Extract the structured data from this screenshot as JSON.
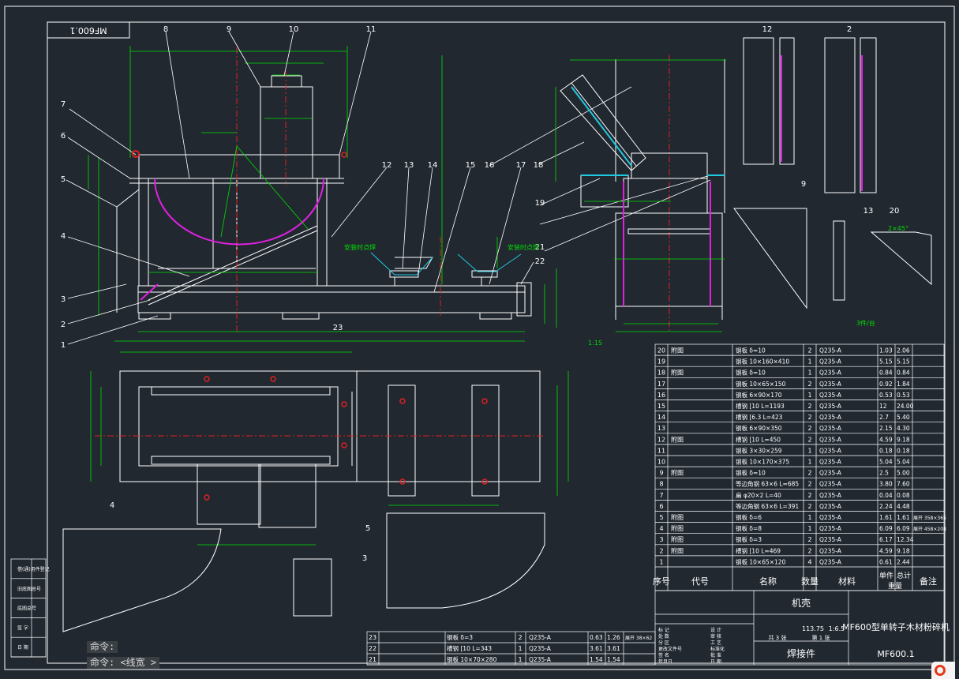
{
  "drawing": {
    "stamp": "MF600.1",
    "colors": {
      "bg": "#212830",
      "line": "#ffffff",
      "dim": "#00e000",
      "center": "#e02020",
      "magenta": "#e020e0",
      "cyan": "#20c8e0",
      "yellow": "#e0e020"
    },
    "balloons": [
      "1",
      "2",
      "3",
      "4",
      "5",
      "6",
      "7",
      "8",
      "9",
      "10",
      "11",
      "12",
      "13",
      "14",
      "15",
      "16",
      "17",
      "18",
      "19",
      "20",
      "21",
      "22",
      "23"
    ],
    "notes": {
      "slope": "1:15",
      "per": "3件/台",
      "note_a": "安装时点焊",
      "note_b": "安装时点焊",
      "corner": "2×45°"
    }
  },
  "bom": {
    "rows": [
      {
        "no": "20",
        "code": "附图",
        "name": "钢板 δ=10",
        "qty": "2",
        "mat": "Q235-A",
        "unit": "1.03",
        "total": "2.06",
        "note": ""
      },
      {
        "no": "19",
        "code": "",
        "name": "钢板 10×160×410",
        "qty": "1",
        "mat": "Q235-A",
        "unit": "5.15",
        "total": "5.15",
        "note": ""
      },
      {
        "no": "18",
        "code": "附图",
        "name": "钢板 δ=10",
        "qty": "1",
        "mat": "Q235-A",
        "unit": "0.84",
        "total": "0.84",
        "note": ""
      },
      {
        "no": "17",
        "code": "",
        "name": "钢板 10×65×150",
        "qty": "2",
        "mat": "Q235-A",
        "unit": "0.92",
        "total": "1.84",
        "note": ""
      },
      {
        "no": "16",
        "code": "",
        "name": "钢板 6×90×170",
        "qty": "1",
        "mat": "Q235-A",
        "unit": "0.53",
        "total": "0.53",
        "note": ""
      },
      {
        "no": "15",
        "code": "",
        "name": "槽钢 [10 L=1193",
        "qty": "2",
        "mat": "Q235-A",
        "unit": "12",
        "total": "24.00",
        "note": ""
      },
      {
        "no": "14",
        "code": "",
        "name": "槽钢 [6.3 L=423",
        "qty": "2",
        "mat": "Q235-A",
        "unit": "2.7",
        "total": "5.40",
        "note": ""
      },
      {
        "no": "13",
        "code": "",
        "name": "钢板 6×90×350",
        "qty": "2",
        "mat": "Q235-A",
        "unit": "2.15",
        "total": "4.30",
        "note": ""
      },
      {
        "no": "12",
        "code": "附图",
        "name": "槽钢 [10 L=450",
        "qty": "2",
        "mat": "Q235-A",
        "unit": "4.59",
        "total": "9.18",
        "note": ""
      },
      {
        "no": "11",
        "code": "",
        "name": "钢板 3×30×259",
        "qty": "1",
        "mat": "Q235-A",
        "unit": "0.18",
        "total": "0.18",
        "note": ""
      },
      {
        "no": "10",
        "code": "",
        "name": "钢板 10×170×375",
        "qty": "1",
        "mat": "Q235-A",
        "unit": "5.04",
        "total": "5.04",
        "note": ""
      },
      {
        "no": "9",
        "code": "附图",
        "name": "钢板 δ=10",
        "qty": "2",
        "mat": "Q235-A",
        "unit": "2.5",
        "total": "5.00",
        "note": ""
      },
      {
        "no": "8",
        "code": "",
        "name": "等边角钢 63×6 L=685",
        "qty": "2",
        "mat": "Q235-A",
        "unit": "3.80",
        "total": "7.60",
        "note": ""
      },
      {
        "no": "7",
        "code": "",
        "name": "扁 φ20×2 L=40",
        "qty": "2",
        "mat": "Q235-A",
        "unit": "0.04",
        "total": "0.08",
        "note": ""
      },
      {
        "no": "6",
        "code": "",
        "name": "等边角钢 63×6 L=391",
        "qty": "2",
        "mat": "Q235-A",
        "unit": "2.24",
        "total": "4.48",
        "note": ""
      },
      {
        "no": "5",
        "code": "附图",
        "name": "钢板 δ=6",
        "qty": "1",
        "mat": "Q235-A",
        "unit": "1.61",
        "total": "1.61",
        "note": "展开 358×365"
      },
      {
        "no": "4",
        "code": "附图",
        "name": "钢板 δ=8",
        "qty": "1",
        "mat": "Q235-A",
        "unit": "6.09",
        "total": "6.09",
        "note": "展开 458×208"
      },
      {
        "no": "3",
        "code": "附图",
        "name": "钢板 δ=3",
        "qty": "2",
        "mat": "Q235-A",
        "unit": "6.17",
        "total": "12.34",
        "note": ""
      },
      {
        "no": "2",
        "code": "附图",
        "name": "槽钢 [10 L=469",
        "qty": "2",
        "mat": "Q235-A",
        "unit": "4.59",
        "total": "9.18",
        "note": ""
      },
      {
        "no": "1",
        "code": "",
        "name": "钢板 10×65×120",
        "qty": "4",
        "mat": "Q235-A",
        "unit": "0.61",
        "total": "2.44",
        "note": ""
      }
    ],
    "header": {
      "no": "序号",
      "code": "代号",
      "name": "名称",
      "qty": "数量",
      "mat": "材料",
      "unit": "单件",
      "total": "总计",
      "weight": "重量",
      "note": "备注"
    }
  },
  "bom2": {
    "rows": [
      {
        "no": "23",
        "name": "钢板 δ=3",
        "qty": "2",
        "mat": "Q235-A",
        "unit": "0.63",
        "total": "1.26",
        "note": "展开 38×62"
      },
      {
        "no": "22",
        "name": "槽钢 [10 L=343",
        "qty": "1",
        "mat": "Q235-A",
        "unit": "3.61",
        "total": "3.61",
        "note": ""
      },
      {
        "no": "21",
        "name": "钢板 10×70×280",
        "qty": "1",
        "mat": "Q235-A",
        "unit": "1.54",
        "total": "1.54",
        "note": ""
      }
    ]
  },
  "title_block": {
    "part": "机壳",
    "drawing_title": "MF600型单转子木材粉碎机",
    "weld": "焊接件",
    "drawing_no": "MF600.1",
    "weight": "113.75",
    "scale": "1:6.5",
    "sheets": "共 3 张",
    "sheet": "第 1 张",
    "rows": [
      "标 记",
      "处 数",
      "分 区",
      "更改文件号",
      "签 名",
      "年月日",
      "设 计",
      "审 核",
      "工 艺",
      "标准化",
      "批 准",
      "日 期"
    ]
  },
  "side_panel": [
    "借(通)用件登记",
    "旧底图总号",
    "底图总号",
    "签 字",
    "日 期"
  ],
  "command": {
    "line1": "命令:",
    "line2": "命令: <线宽 >"
  }
}
